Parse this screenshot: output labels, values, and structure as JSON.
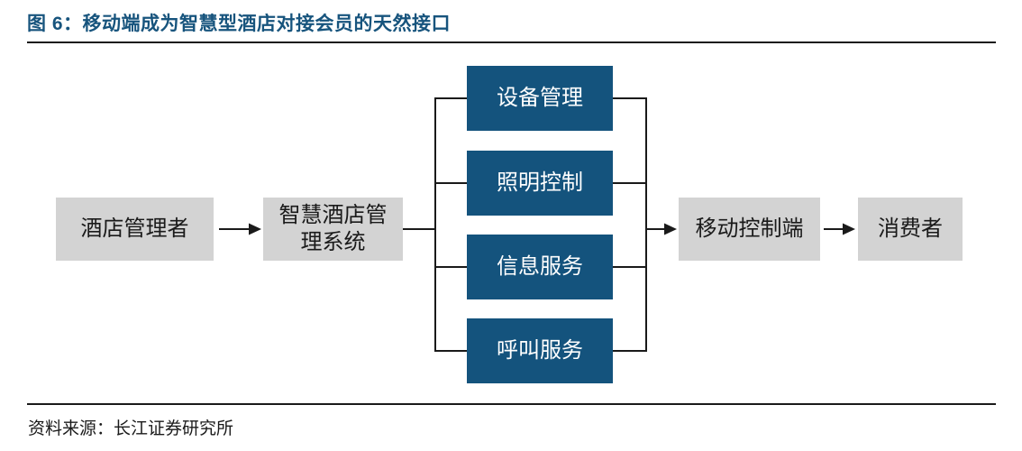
{
  "figure": {
    "title": "图 6：移动端成为智慧型酒店对接会员的天然接口",
    "source": "资料来源：长江证券研究所"
  },
  "colors": {
    "title_text": "#17547D",
    "blue_node_fill": "#14537D",
    "blue_node_text": "#FFFFFF",
    "gray_node_fill": "#D3D3D3",
    "gray_node_text": "#1A1A1A",
    "line": "#1A1A1A"
  },
  "diagram": {
    "nodes": [
      {
        "id": "hotel-manager",
        "label": "酒店管理者",
        "type": "gray"
      },
      {
        "id": "smart-hotel-system",
        "label": "智慧酒店管理系统",
        "type": "gray"
      },
      {
        "id": "device-management",
        "label": "设备管理",
        "type": "blue"
      },
      {
        "id": "lighting-control",
        "label": "照明控制",
        "type": "blue"
      },
      {
        "id": "information-service",
        "label": "信息服务",
        "type": "blue"
      },
      {
        "id": "call-service",
        "label": "呼叫服务",
        "type": "blue"
      },
      {
        "id": "mobile-control",
        "label": "移动控制端",
        "type": "gray"
      },
      {
        "id": "consumer",
        "label": "消费者",
        "type": "gray"
      }
    ],
    "flow": [
      "酒店管理者 → 智慧酒店管理系统",
      "智慧酒店管理系统 → {设备管理, 照明控制, 信息服务, 呼叫服务}",
      "{设备管理, 照明控制, 信息服务, 呼叫服务} → 移动控制端",
      "移动控制端 → 消费者"
    ]
  }
}
